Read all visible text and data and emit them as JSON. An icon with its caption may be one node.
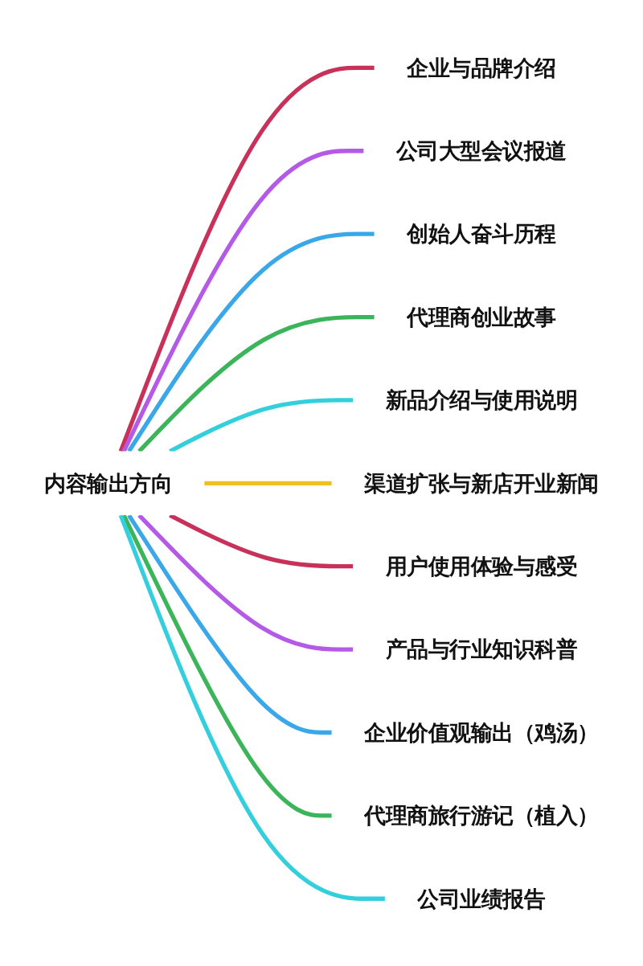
{
  "diagram": {
    "nodes": [
      {
        "text": [
          "内容输出方向"
        ]
      },
      {
        "text": [
          "企业与品牌介绍"
        ]
      },
      {
        "text": [
          "公司大型会议报道"
        ]
      },
      {
        "text": [
          "创始人奋斗历程"
        ]
      },
      {
        "text": [
          "代理商创业故事"
        ]
      },
      {
        "text": [
          "新品介绍与使用说明"
        ]
      },
      {
        "text": [
          "渠道扩张与新店开业新闻"
        ]
      },
      {
        "text": [
          "用户使用体验与感受"
        ]
      },
      {
        "text": [
          "产品与行业知识科普"
        ]
      },
      {
        "text": [
          "企业价值观输出（鸡汤）"
        ]
      },
      {
        "text": [
          "代理商旅行游记（植入）"
        ]
      },
      {
        "text": [
          "公司业绩报告"
        ]
      }
    ],
    "edges": [
      {
        "from": 0,
        "to": 1,
        "arrow": "none",
        "color": "#c8325a"
      },
      {
        "from": 0,
        "to": 2,
        "arrow": "none",
        "color": "#b45ae6"
      },
      {
        "from": 0,
        "to": 3,
        "arrow": "none",
        "color": "#3aa8e8"
      },
      {
        "from": 0,
        "to": 4,
        "arrow": "none",
        "color": "#3cb45a"
      },
      {
        "from": 0,
        "to": 5,
        "arrow": "none",
        "color": "#34cfdc"
      },
      {
        "from": 0,
        "to": 6,
        "arrow": "none",
        "color": "#f0c020"
      },
      {
        "from": 0,
        "to": 7,
        "arrow": "none",
        "color": "#c8325a"
      },
      {
        "from": 0,
        "to": 8,
        "arrow": "none",
        "color": "#b45ae6"
      },
      {
        "from": 0,
        "to": 9,
        "arrow": "none",
        "color": "#3aa8e8"
      },
      {
        "from": 0,
        "to": 10,
        "arrow": "none",
        "color": "#3cb45a"
      },
      {
        "from": 0,
        "to": 11,
        "arrow": "none",
        "color": "#34cfdc"
      }
    ]
  }
}
